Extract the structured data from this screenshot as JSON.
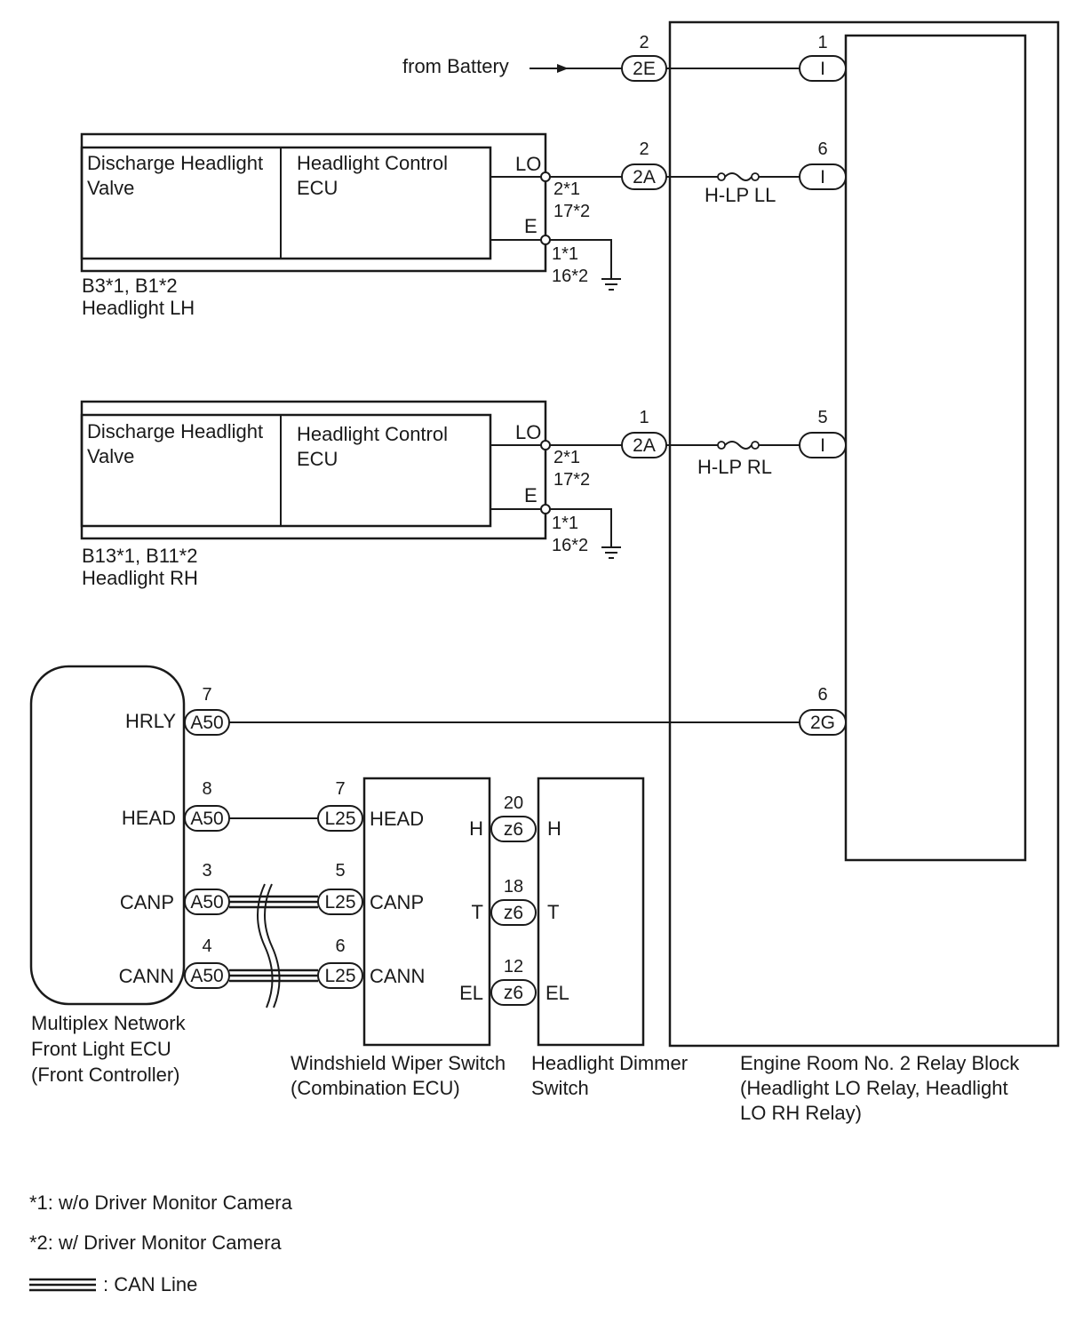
{
  "battery": {
    "label": "from Battery",
    "connector": "2E",
    "pin": "2"
  },
  "relay_block": {
    "name_lines": [
      "Engine Room No. 2 Relay Block",
      "(Headlight LO Relay, Headlight",
      "LO RH Relay)"
    ],
    "inputs": [
      {
        "connector": "I",
        "pin": "1"
      },
      {
        "connector": "I",
        "pin": "6"
      },
      {
        "connector": "I",
        "pin": "5"
      },
      {
        "connector": "2G",
        "pin": "6"
      }
    ],
    "fuses": [
      "H-LP LL",
      "H-LP RL"
    ]
  },
  "headlight_lh": {
    "valve_lines": [
      "Discharge Headlight",
      "Valve"
    ],
    "ecu_lines": [
      "Headlight Control",
      "ECU"
    ],
    "terminal_lo": "LO",
    "terminal_e": "E",
    "lo_pins": [
      "2*1",
      "17*2"
    ],
    "e_pins": [
      "1*1",
      "16*2"
    ],
    "connector": "2A",
    "connector_pin": "2",
    "name_lines": [
      "B3*1, B1*2",
      "Headlight LH"
    ]
  },
  "headlight_rh": {
    "valve_lines": [
      "Discharge Headlight",
      "Valve"
    ],
    "ecu_lines": [
      "Headlight Control",
      "ECU"
    ],
    "terminal_lo": "LO",
    "terminal_e": "E",
    "lo_pins": [
      "2*1",
      "17*2"
    ],
    "e_pins": [
      "1*1",
      "16*2"
    ],
    "connector": "2A",
    "connector_pin": "1",
    "name_lines": [
      "B13*1, B11*2",
      "Headlight RH"
    ]
  },
  "front_ecu": {
    "name_lines": [
      "Multiplex Network",
      "Front Light ECU",
      "(Front Controller)"
    ],
    "terminals": [
      {
        "name": "HRLY",
        "connector": "A50",
        "pin": "7"
      },
      {
        "name": "HEAD",
        "connector": "A50",
        "pin": "8"
      },
      {
        "name": "CANP",
        "connector": "A50",
        "pin": "3"
      },
      {
        "name": "CANN",
        "connector": "A50",
        "pin": "4"
      }
    ]
  },
  "wiper_switch": {
    "name_lines": [
      "Windshield Wiper Switch",
      "(Combination ECU)"
    ],
    "left_terminals": [
      {
        "name": "HEAD",
        "connector": "L25",
        "pin": "7"
      },
      {
        "name": "CANP",
        "connector": "L25",
        "pin": "5"
      },
      {
        "name": "CANN",
        "connector": "L25",
        "pin": "6"
      }
    ],
    "right_terminals": [
      "H",
      "T",
      "EL"
    ]
  },
  "dimmer_switch": {
    "name_lines": [
      "Headlight Dimmer",
      "Switch"
    ],
    "terminals": [
      {
        "name": "H",
        "connector": "z6",
        "pin": "20"
      },
      {
        "name": "T",
        "connector": "z6",
        "pin": "18"
      },
      {
        "name": "EL",
        "connector": "z6",
        "pin": "12"
      }
    ]
  },
  "notes": [
    "*1: w/o Driver Monitor Camera",
    "*2: w/ Driver Monitor Camera"
  ],
  "legend": {
    "can_line": ": CAN Line"
  }
}
